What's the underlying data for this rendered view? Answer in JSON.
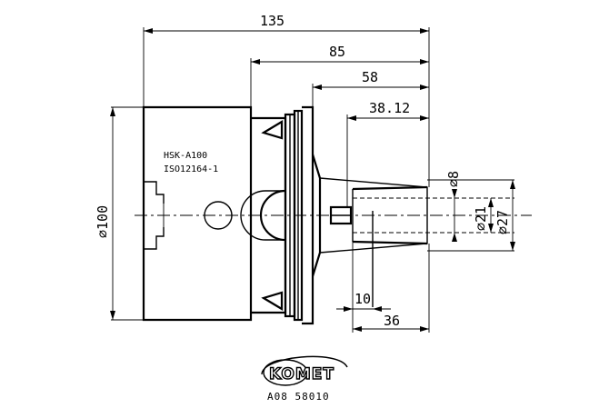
{
  "dimensions": {
    "overall_length": "135",
    "body_length": "85",
    "shank_length": "58",
    "bore_depth": "38.12",
    "slot_width": "10",
    "slot_offset": "36",
    "flange_diameter": "⌀100",
    "pin_diameter": "⌀8",
    "bore_diameter": "⌀21",
    "outer_diameter": "⌀27"
  },
  "labels": {
    "spec_line_1": "HSK-A100",
    "spec_line_2": "ISO12164-1"
  },
  "brand": {
    "logo_text": "KOMET",
    "article_code": "A08 58010"
  }
}
